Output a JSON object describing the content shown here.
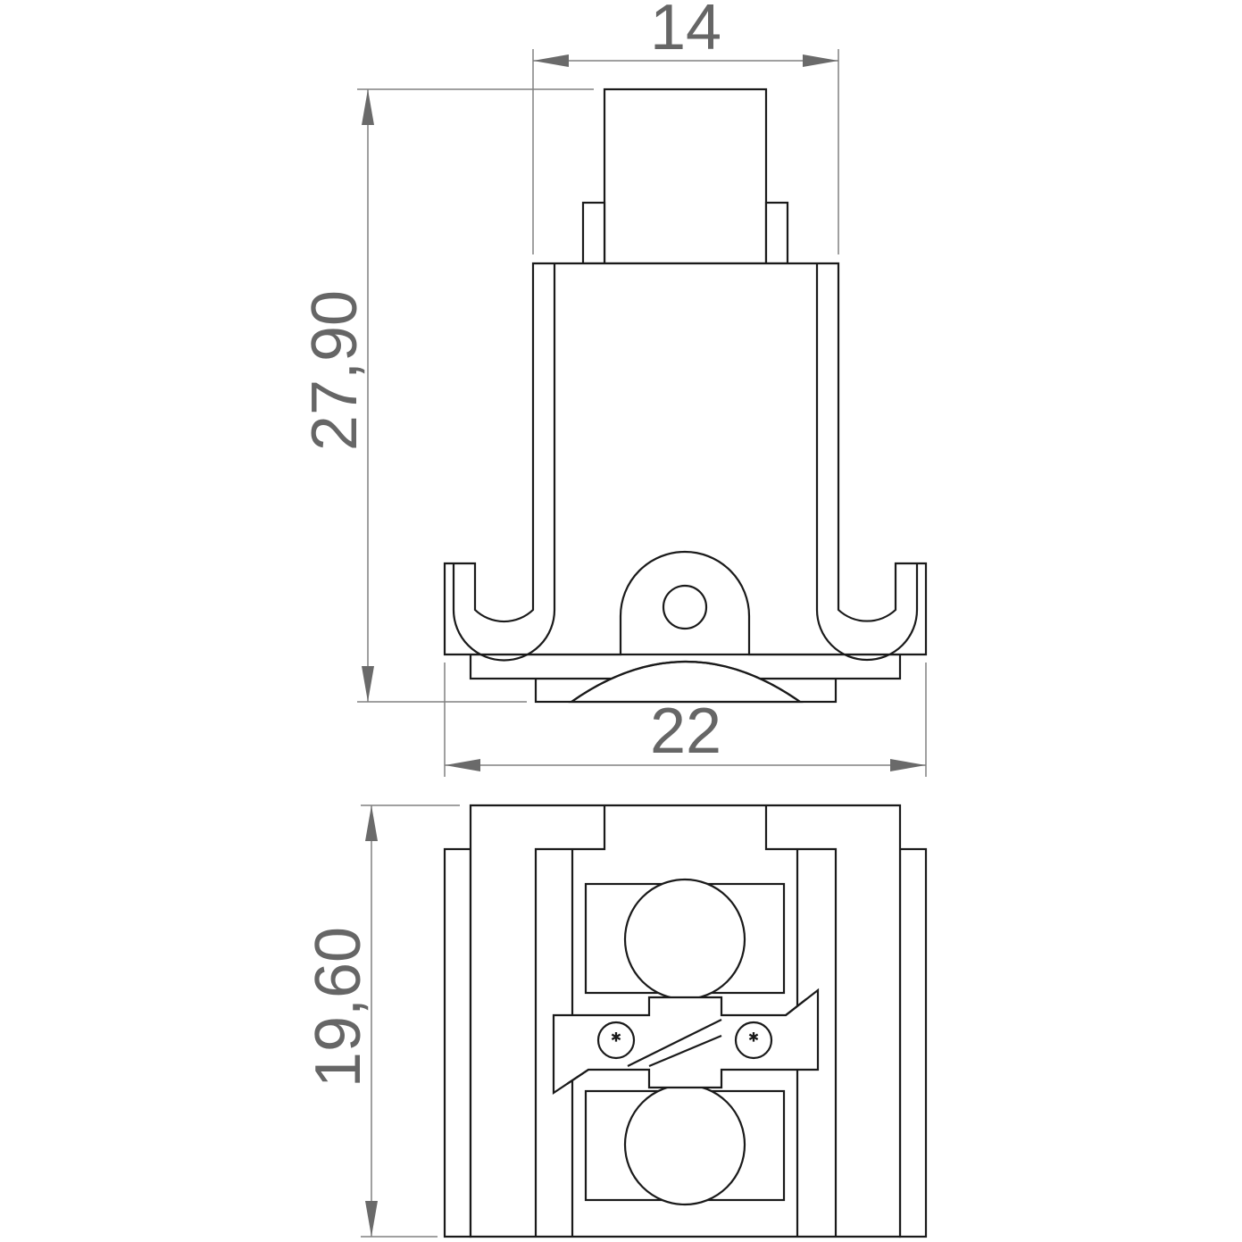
{
  "dimensions": {
    "top_width": "14",
    "overall_width": "22",
    "height_side_view": "27,90",
    "height_bottom_view": "19,60"
  },
  "colors": {
    "outline": "#1a1a1a",
    "dimension": "#808080",
    "dimension_text": "#666666",
    "background": "#ffffff"
  }
}
